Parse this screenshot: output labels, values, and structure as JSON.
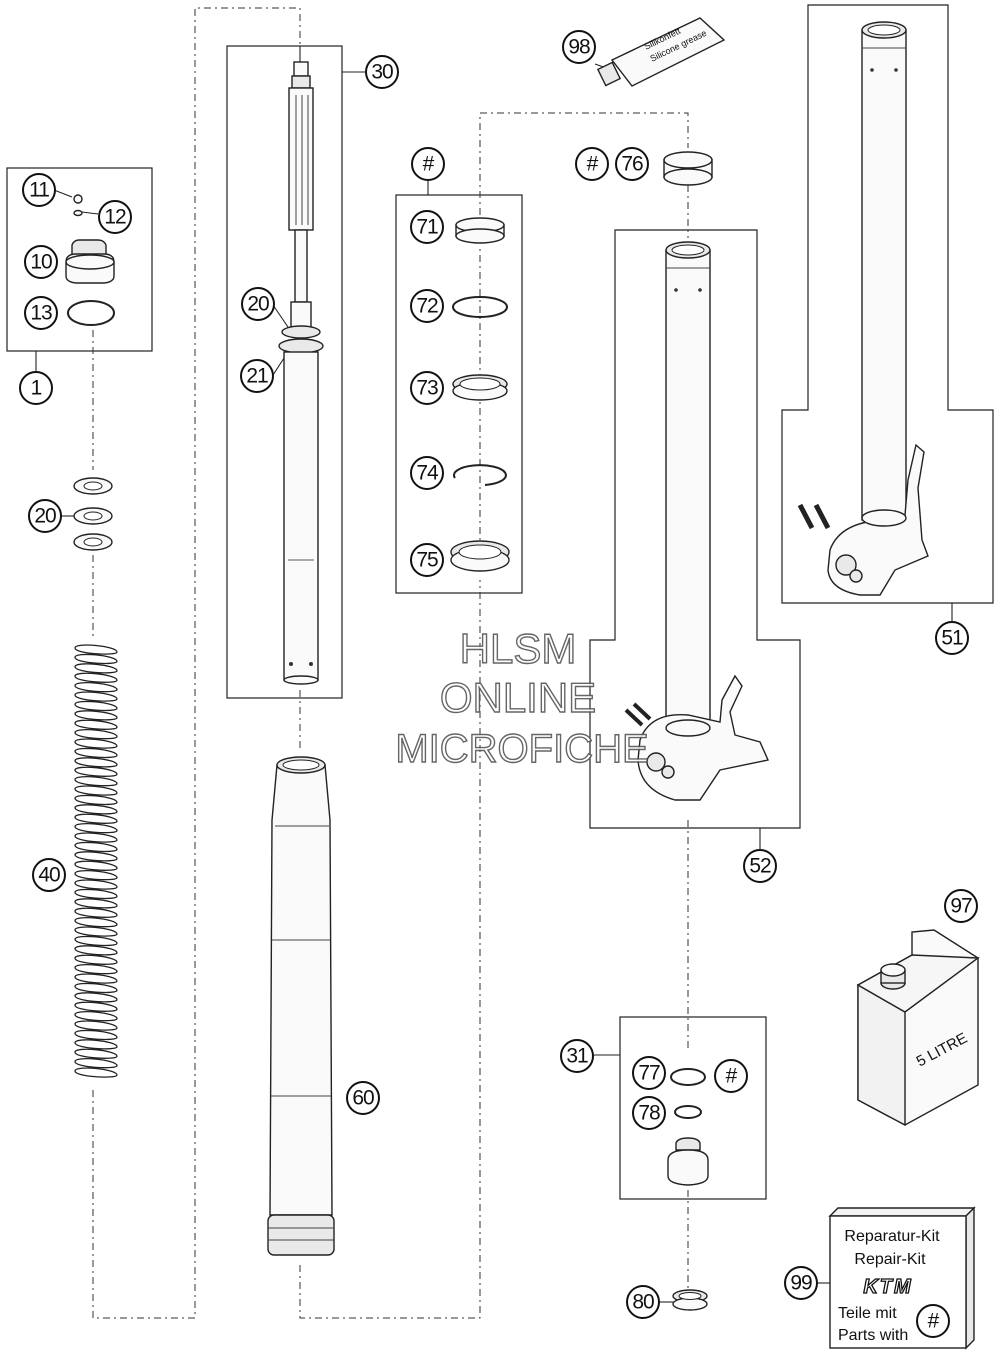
{
  "callouts": [
    {
      "id": "c1",
      "label": "1"
    },
    {
      "id": "c10",
      "label": "10"
    },
    {
      "id": "c11",
      "label": "11"
    },
    {
      "id": "c12",
      "label": "12"
    },
    {
      "id": "c13",
      "label": "13"
    },
    {
      "id": "c20a",
      "label": "20"
    },
    {
      "id": "c20b",
      "label": "20"
    },
    {
      "id": "c21",
      "label": "21"
    },
    {
      "id": "c30",
      "label": "30"
    },
    {
      "id": "c31",
      "label": "31"
    },
    {
      "id": "c40",
      "label": "40"
    },
    {
      "id": "c51",
      "label": "51"
    },
    {
      "id": "c52",
      "label": "52"
    },
    {
      "id": "c60",
      "label": "60"
    },
    {
      "id": "c71",
      "label": "71"
    },
    {
      "id": "c72",
      "label": "72"
    },
    {
      "id": "c73",
      "label": "73"
    },
    {
      "id": "c74",
      "label": "74"
    },
    {
      "id": "c75",
      "label": "75"
    },
    {
      "id": "c76",
      "label": "76"
    },
    {
      "id": "c77",
      "label": "77"
    },
    {
      "id": "c78",
      "label": "78"
    },
    {
      "id": "c80",
      "label": "80"
    },
    {
      "id": "c97",
      "label": "97"
    },
    {
      "id": "c98",
      "label": "98"
    },
    {
      "id": "c99",
      "label": "99"
    },
    {
      "id": "h1",
      "label": "#"
    },
    {
      "id": "h2",
      "label": "#"
    },
    {
      "id": "h3",
      "label": "#"
    },
    {
      "id": "h4",
      "label": "#"
    }
  ],
  "grease_tube": {
    "line1": "Silikonfett",
    "line2": "Silicone grease"
  },
  "oil_can": {
    "label": "5 LITRE"
  },
  "repair_kit": {
    "line1": "Reparatur-Kit",
    "line2": "Repair-Kit",
    "brand": "KTM",
    "line3": "Teile mit",
    "line4": "Parts with"
  },
  "watermark": {
    "line1": "HLSM",
    "line2": "ONLINE",
    "line3": "MICROFICHE"
  }
}
